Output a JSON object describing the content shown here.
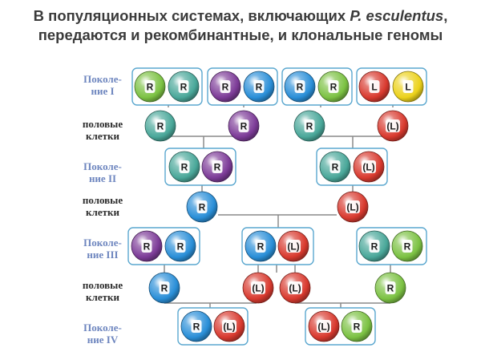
{
  "title": {
    "line1_prefix": "В популяционных системах, включающих ",
    "line1_species": "P. esculentus",
    "line1_suffix": ",",
    "line2": "передаются и рекомбинантные, и клональные геномы"
  },
  "row_labels": {
    "gen1": [
      "Поколе-",
      "ние I"
    ],
    "gametes1": [
      "половые",
      "клетки"
    ],
    "gen2": [
      "Поколе-",
      "ние II"
    ],
    "gametes2": [
      "половые",
      "клетки"
    ],
    "gen3": [
      "Поколе-",
      "ние III"
    ],
    "gametes3": [
      "половые",
      "клетки"
    ],
    "gen4": [
      "Поколе-",
      "ние IV"
    ]
  },
  "genome_labels": {
    "ridibundus": "R",
    "lessonae": "L",
    "clonal_lessonae": "(L)"
  },
  "colors": {
    "green": "#7cc243",
    "blue": "#2a8fd8",
    "purple": "#7d3c98",
    "teal": "#4aa89a",
    "red": "#d93a2f",
    "yellow": "#ecd21b",
    "box_border": "#5aa7cf",
    "connector": "#8a8a8a",
    "generation_label": "#6e86bf"
  }
}
